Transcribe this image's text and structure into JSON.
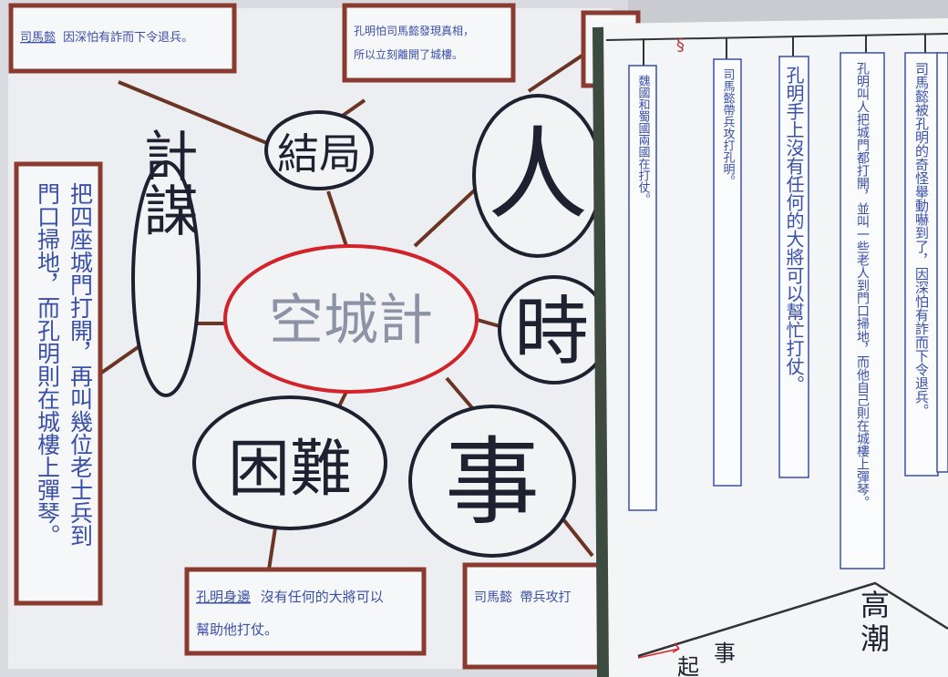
{
  "mindmap": {
    "center": "空城計",
    "nodes": {
      "ending": "結局",
      "plan": "計謀",
      "difficulty": "困難",
      "person": "人",
      "time": "時",
      "event": "事"
    },
    "notes": {
      "top_left_name": "司馬懿",
      "top_left_rest": "因深怕有詐而下令退兵。",
      "top_middle_line1": "孔明怕司馬懿發現真相，",
      "top_middle_line2": "所以立刻離開了城樓。",
      "left_vertical_1": "把四座城門打開，再叫幾位老士兵到",
      "left_vertical_2": "門口掃地，而孔明則在城樓上彈琴。",
      "bottom_middle_name": "孔明身邊",
      "bottom_middle_rest": "沒有任何的大將可以",
      "bottom_middle_line2": "幫助他打仗。",
      "bottom_right_name": "司馬懿",
      "bottom_right_rest": "帶兵攻打"
    }
  },
  "timeline": {
    "strips": [
      "魏國和蜀國兩國在打仗。",
      "司馬懿帶兵攻打孔明。",
      "孔明手上沒有任何的大將可以幫忙打仗。",
      "孔明叫人把城門都打開，並叫一些老人到門口掃地，而他自己則在城樓上彈琴。",
      "司馬懿被孔明的奇怪舉動嚇到了，因深怕有詐而下令退兵。"
    ],
    "peak_label_1": "高",
    "peak_label_2": "潮",
    "bottom_label_1": "起",
    "bottom_label_2": "事",
    "clip_mark": "§"
  },
  "colors": {
    "note_border": "#8a3a2e",
    "center_circle": "#d2232a",
    "node_outline": "#1e2230",
    "connector": "#6b3524",
    "ink_blue": "#3a4fa8",
    "paper": "#f2f3f5"
  }
}
